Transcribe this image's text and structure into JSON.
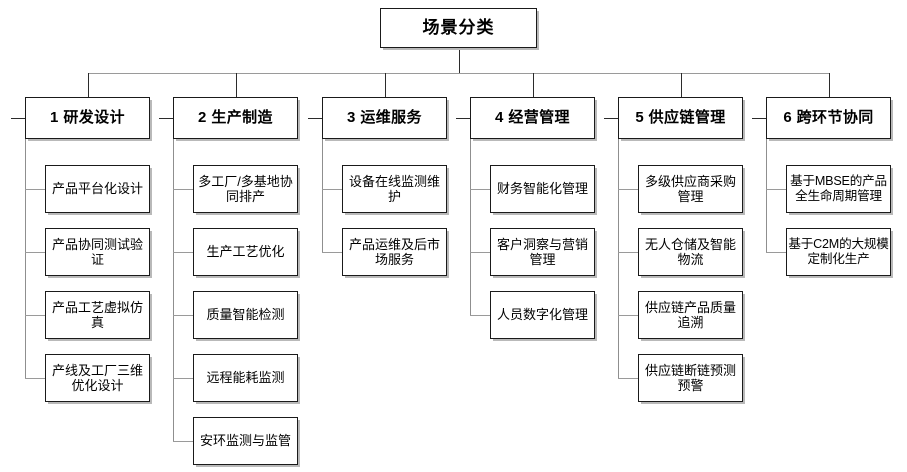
{
  "diagram": {
    "type": "tree-org-chart",
    "root": {
      "label": "场景分类"
    },
    "categories": [
      {
        "index": "1",
        "label": "1 研发设计",
        "leaves": [
          {
            "label": "产品平台化设计"
          },
          {
            "label": "产品协同测试验证"
          },
          {
            "label": "产品工艺虚拟仿真"
          },
          {
            "label": "产线及工厂三维优化设计"
          }
        ]
      },
      {
        "index": "2",
        "label": "2 生产制造",
        "leaves": [
          {
            "label": "多工厂/多基地协同排产"
          },
          {
            "label": "生产工艺优化"
          },
          {
            "label": "质量智能检测"
          },
          {
            "label": "远程能耗监测"
          },
          {
            "label": "安环监测与监管"
          }
        ]
      },
      {
        "index": "3",
        "label": "3 运维服务",
        "leaves": [
          {
            "label": "设备在线监测维护"
          },
          {
            "label": "产品运维及后市场服务"
          }
        ]
      },
      {
        "index": "4",
        "label": "4 经营管理",
        "leaves": [
          {
            "label": "财务智能化管理"
          },
          {
            "label": "客户洞察与营销管理"
          },
          {
            "label": "人员数字化管理"
          }
        ]
      },
      {
        "index": "5",
        "label": "5 供应链管理",
        "leaves": [
          {
            "label": "多级供应商采购管理"
          },
          {
            "label": "无人仓储及智能物流"
          },
          {
            "label": "供应链产品质量追溯"
          },
          {
            "label": "供应链断链预测预警"
          }
        ]
      },
      {
        "index": "6",
        "label": "6 跨环节协同",
        "leaves": [
          {
            "label": "基于MBSE的产品全生命周期管理"
          },
          {
            "label": "基于C2M的大规模定制化生产"
          }
        ]
      }
    ],
    "colors": {
      "box_border": "#1a1a1a",
      "box_fill": "#ffffff",
      "shadow": "#b9b9b9",
      "connector_dark": "#2b2b2b",
      "connector_soft": "#9a9a9a",
      "text": "#000000",
      "background": "#ffffff"
    }
  }
}
